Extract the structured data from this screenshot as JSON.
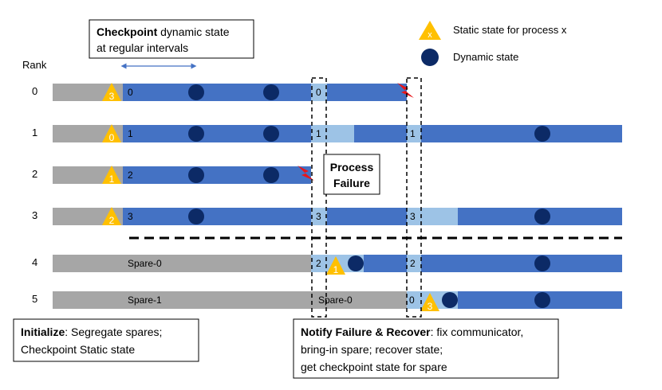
{
  "colors": {
    "gray": "#a6a6a6",
    "blue": "#4472c4",
    "light_blue": "#9dc3e6",
    "navy": "#0c2a66",
    "gold": "#ffc000",
    "red": "#e8161a"
  },
  "rank_header": "Rank",
  "ranks": [
    {
      "label": "0",
      "checkpoint_ids": [
        "3",
        "0",
        "0"
      ]
    },
    {
      "label": "1",
      "checkpoint_ids": [
        "0",
        "1",
        "1",
        "1"
      ]
    },
    {
      "label": "2",
      "checkpoint_ids": [
        "1",
        "2"
      ]
    },
    {
      "label": "3",
      "checkpoint_ids": [
        "2",
        "3",
        "3",
        "3"
      ]
    },
    {
      "label": "4",
      "spare": "Spare-0",
      "checkpoint_ids": [
        "2",
        "1",
        "2"
      ]
    },
    {
      "label": "5",
      "spare": "Spare-1",
      "spare_after": "Spare-0",
      "checkpoint_ids": [
        "0",
        "3"
      ]
    }
  ],
  "legend": {
    "triangle_mark": "x",
    "static_label": "Static state for process x",
    "dynamic_label": "Dynamic state"
  },
  "checkpoint_box": {
    "bold": "Checkpoint",
    "rest": " dynamic state",
    "line2": "at regular intervals"
  },
  "process_failure": {
    "line1": "Process",
    "line2": "Failure"
  },
  "initialize_box": {
    "bold": "Initialize",
    "rest": ": Segregate spares;",
    "line2": "Checkpoint Static state"
  },
  "notify_box": {
    "bold": "Notify Failure & Recover",
    "rest": ": fix communicator,",
    "line2": "bring-in spare; recover state;",
    "line3": "get checkpoint state for spare"
  }
}
